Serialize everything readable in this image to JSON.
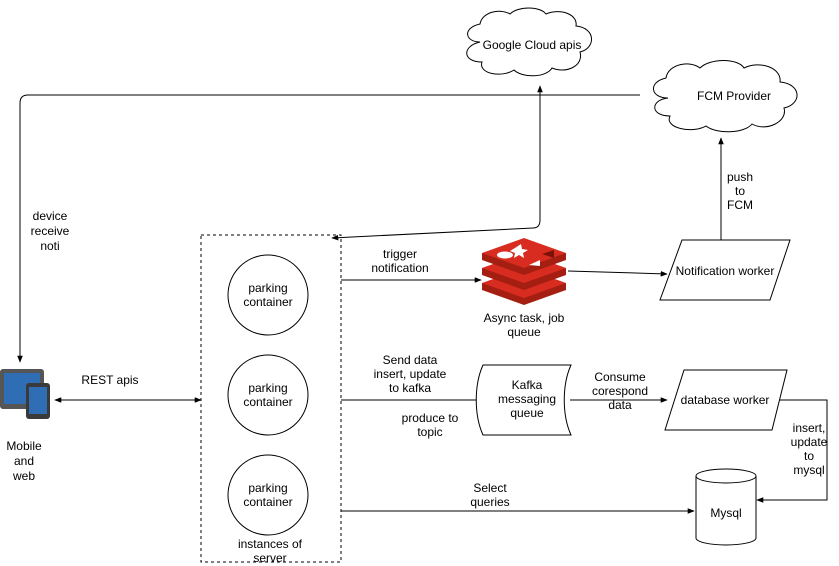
{
  "nodes": {
    "google_cloud": "Google Cloud apis",
    "fcm_provider": "FCM Provider",
    "notification_worker": "Notification worker",
    "database_worker": "database worker",
    "mysql": "Mysql",
    "kafka": [
      "Kafka",
      "messaging",
      "queue"
    ],
    "async_task": [
      "Async task, job",
      "queue"
    ],
    "mobile_web": [
      "Mobile",
      "and",
      "web"
    ],
    "containers": [
      [
        "parking",
        "container"
      ],
      [
        "parking",
        "container"
      ],
      [
        "parking",
        "container"
      ]
    ],
    "server_group": [
      "instances of",
      "server"
    ]
  },
  "edges": {
    "device_receive": [
      "device",
      "receive",
      "noti"
    ],
    "push_fcm": [
      "push",
      "to",
      "FCM"
    ],
    "trigger": [
      "trigger",
      "notification"
    ],
    "rest_apis": "REST apis",
    "send_data": [
      "Send data",
      "insert, update",
      "to kafka"
    ],
    "produce": [
      "produce to",
      "topic"
    ],
    "consume": [
      "Consume",
      "corespond",
      "data"
    ],
    "insert_mysql": [
      "insert,",
      "update",
      "to",
      "mysql"
    ],
    "select": [
      "Select",
      "queries"
    ]
  },
  "colors": {
    "redis_dark": "#a41e11",
    "redis_mid": "#d82c20",
    "device_blue": "#2f6db5",
    "device_frame": "#555555"
  }
}
